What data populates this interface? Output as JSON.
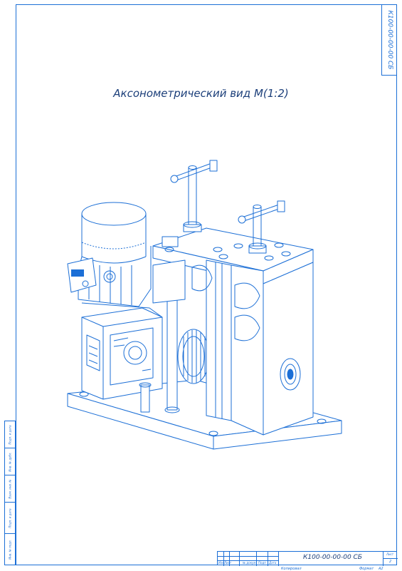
{
  "document": {
    "title": "Аксонометрический вид М(1:2)",
    "code_vertical": "К100-00-00-00 СБ",
    "designation": "К100-00-00-00 СБ",
    "stamp_columns": [
      "Изм",
      "Лист",
      "№ докум.",
      "Подп",
      "Дата"
    ],
    "sheet_label": "Лист",
    "sheet_number": "2",
    "copied_label": "Копировал",
    "format_label": "Формат",
    "format_value": "А2",
    "side_labels": [
      "Подп. и дата",
      "Инв. № дубл.",
      "Взам. инв. №",
      "Подп. и дата",
      "Инв. № подл."
    ],
    "accent_color": "#1c6fd6"
  }
}
